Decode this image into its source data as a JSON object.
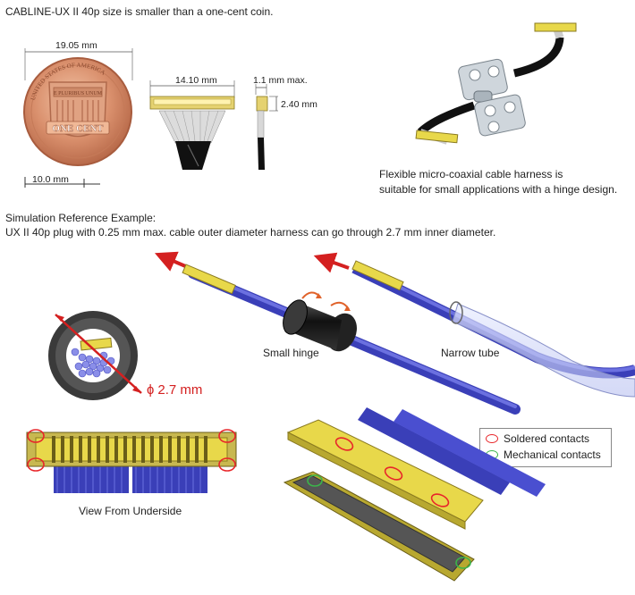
{
  "header": {
    "title": "CABLINE-UX II 40p size is smaller than a one-cent coin."
  },
  "dimensions": {
    "coin_width": "19.05 mm",
    "scale_bar": "10.0 mm",
    "connector_width": "14.10 mm",
    "height_max": "1.1 mm max.",
    "depth": "2.40 mm",
    "tube_diameter": "ɸ 2.7 mm"
  },
  "coin": {
    "top_text": "UNITED STATES OF AMERICA",
    "motto": "E PLURIBUS UNUM",
    "value": "ONE CENT"
  },
  "harness_caption": {
    "line1": "Flexible micro-coaxial cable harness is",
    "line2": "suitable for small applications with a hinge design."
  },
  "simulation": {
    "heading": "Simulation Reference Example:",
    "description": "UX II 40p plug with 0.25 mm max. cable outer diameter harness can go through 2.7 mm inner diameter.",
    "small_hinge": "Small hinge",
    "narrow_tube": "Narrow tube"
  },
  "underside": {
    "caption": "View From Underside"
  },
  "legend": {
    "soldered": "Soldered contacts",
    "mechanical": "Mechanical contacts",
    "soldered_color": "#e8262a",
    "mechanical_color": "#3bb54a"
  },
  "colors": {
    "cable_blue": "#4a4fd0",
    "connector_yellow": "#e8d84a",
    "arrow_red": "#d42020"
  }
}
